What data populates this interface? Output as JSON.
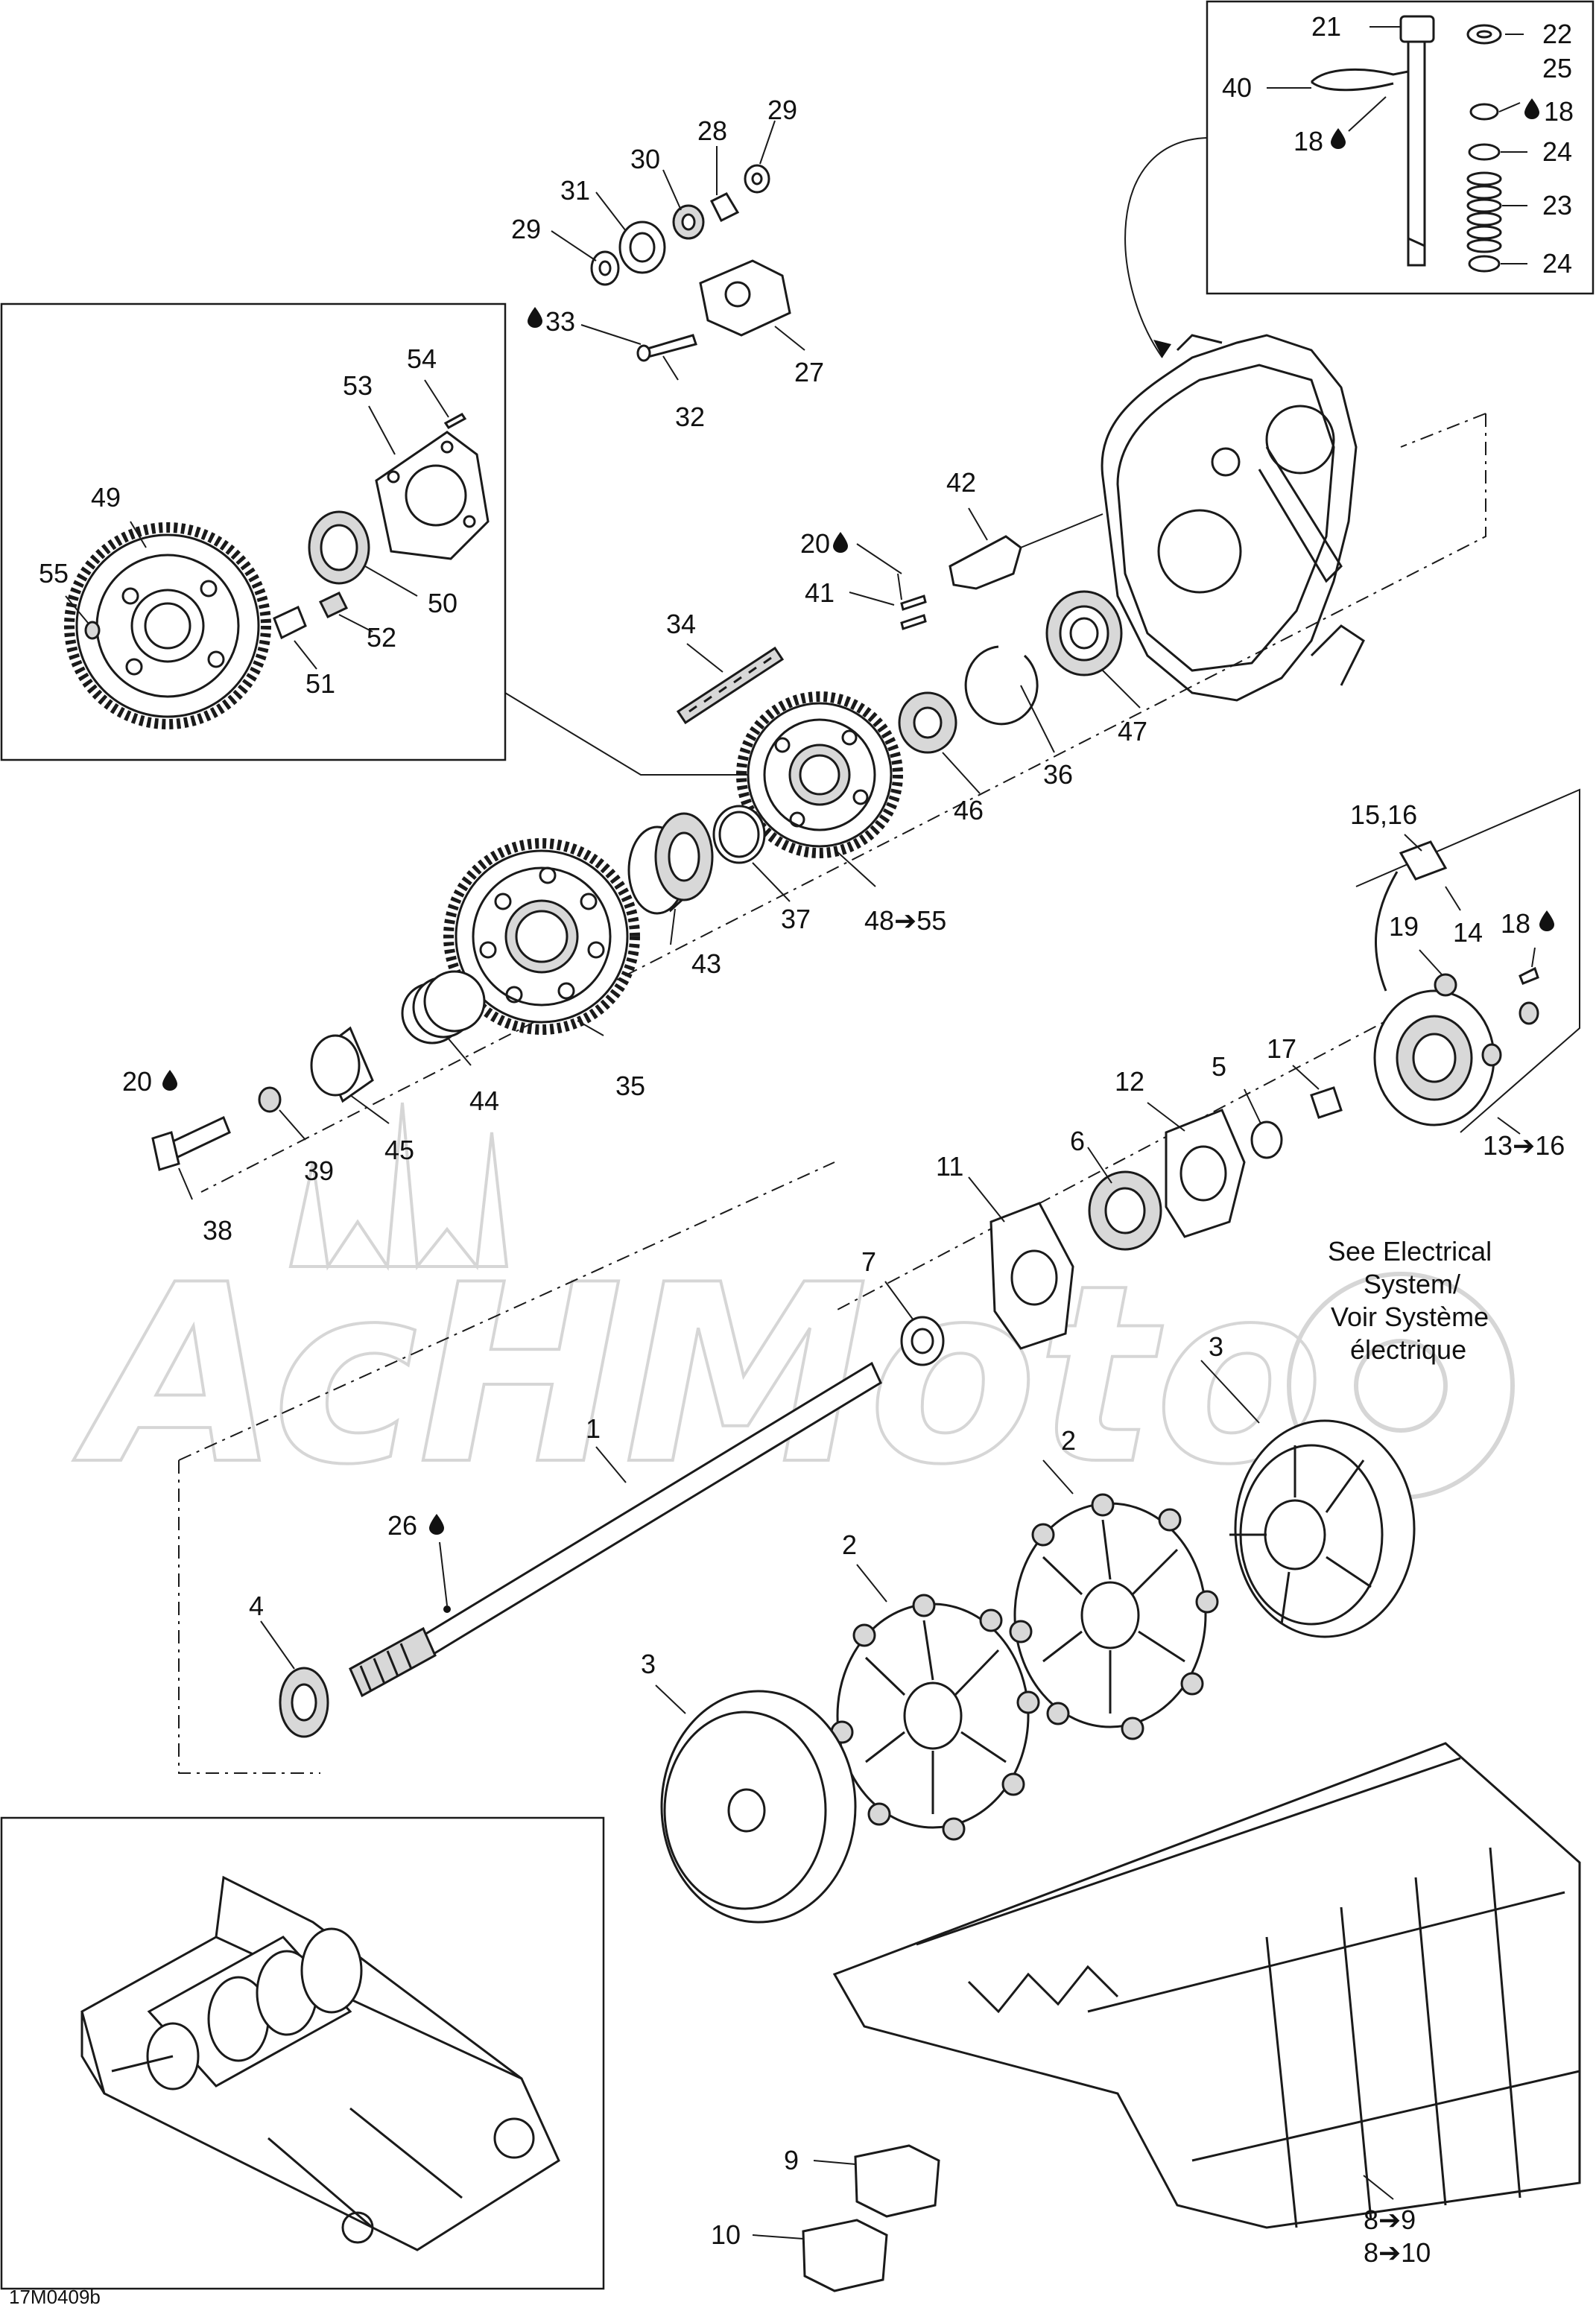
{
  "drawing_code": "17M0409b",
  "note": {
    "line1": "See Electrical",
    "line2": "System/",
    "line3": "Voir Système",
    "line4": "électrique"
  },
  "watermark": "AcHMoto",
  "labels": {
    "l1": "1",
    "l2a": "2",
    "l2b": "2",
    "l3a": "3",
    "l3b": "3",
    "l4": "4",
    "l5": "5",
    "l6": "6",
    "l7": "7",
    "l8_9": "8➔9",
    "l8_10": "8➔10",
    "l9": "9",
    "l10": "10",
    "l11": "11",
    "l12": "12",
    "l13_16": "13➔16",
    "l14": "14",
    "l15_16": "15,16",
    "l17": "17",
    "l18a": "18",
    "l18b": "18",
    "l18c": "18",
    "l19": "19",
    "l20a": "20",
    "l20b": "20",
    "l21": "21",
    "l22": "22",
    "l23": "23",
    "l24a": "24",
    "l24b": "24",
    "l25": "25",
    "l26": "26",
    "l27": "27",
    "l28": "28",
    "l29a": "29",
    "l29b": "29",
    "l30": "30",
    "l31": "31",
    "l32": "32",
    "l33": "33",
    "l34": "34",
    "l35": "35",
    "l36": "36",
    "l37": "37",
    "l38": "38",
    "l39": "39",
    "l40": "40",
    "l41": "41",
    "l42": "42",
    "l43": "43",
    "l44": "44",
    "l45": "45",
    "l46": "46",
    "l47": "47",
    "l48_55": "48➔55",
    "l49": "49",
    "l50": "50",
    "l51": "51",
    "l52": "52",
    "l53": "53",
    "l54": "54",
    "l55": "55"
  }
}
